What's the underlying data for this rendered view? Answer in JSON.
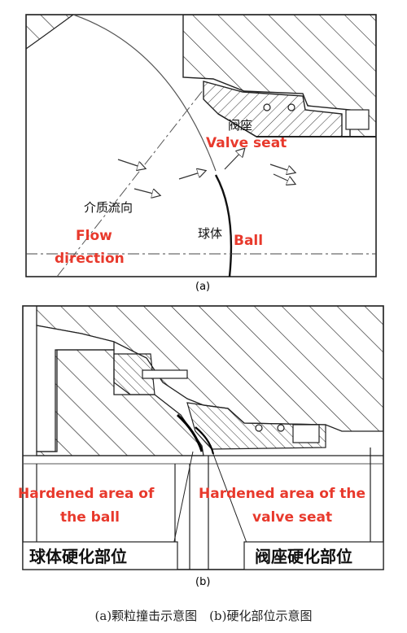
{
  "panel_a": {
    "sublabel": "(a)",
    "label_valve_seat_cn": "阀座",
    "label_valve_seat_en": "Valve seat",
    "label_flow_cn": "介质流向",
    "label_flow_en_1": "Flow",
    "label_flow_en_2": "direction",
    "label_ball_cn": "球体",
    "label_ball_en": "Ball"
  },
  "panel_b": {
    "sublabel": "(b)",
    "label_ball_hardened_en_1": "Hardened area of",
    "label_ball_hardened_en_2": "the ball",
    "label_seat_hardened_en_1": "Hardened area of the",
    "label_seat_hardened_en_2": "valve seat",
    "label_ball_hardened_cn": "球体硬化部位",
    "label_seat_hardened_cn": "阀座硬化部位"
  },
  "caption": "(a)颗粒撞击示意图　(b)硬化部位示意图",
  "colors": {
    "annotation": "#e8392c",
    "line": "#111111"
  }
}
